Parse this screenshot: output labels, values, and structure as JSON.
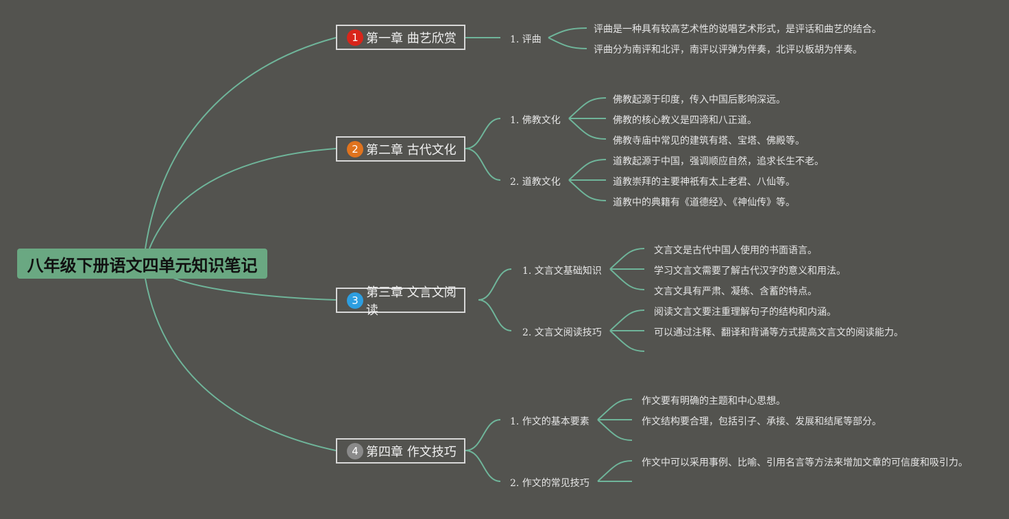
{
  "title": "八年级下册语文四单元知识笔记",
  "colors": {
    "background": "#53534f",
    "root": "#6aa882",
    "line": "#6fb59a",
    "ch1": "#d9251a",
    "ch2": "#e0731e",
    "ch3": "#2d9ee0",
    "ch4": "#8a8a8a"
  },
  "chapters": [
    {
      "num": "1",
      "label": "第一章 曲艺欣赏",
      "subs": [
        {
          "label": "1. 评曲",
          "leaves": [
            "评曲是一种具有较高艺术性的说唱艺术形式，是评话和曲艺的结合。",
            "评曲分为南评和北评，南评以评弹为伴奏，北评以板胡为伴奏。"
          ]
        }
      ]
    },
    {
      "num": "2",
      "label": "第二章 古代文化",
      "subs": [
        {
          "label": "1. 佛教文化",
          "leaves": [
            "佛教起源于印度，传入中国后影响深远。",
            "佛教的核心教义是四谛和八正道。",
            "佛教寺庙中常见的建筑有塔、宝塔、佛殿等。"
          ]
        },
        {
          "label": "2. 道教文化",
          "leaves": [
            "道教起源于中国，强调顺应自然，追求长生不老。",
            "道教崇拜的主要神祇有太上老君、八仙等。",
            "道教中的典籍有《道德经》、《神仙传》等。"
          ]
        }
      ]
    },
    {
      "num": "3",
      "label": "第三章 文言文阅读",
      "subs": [
        {
          "label": "1. 文言文基础知识",
          "leaves": [
            "文言文是古代中国人使用的书面语言。",
            "学习文言文需要了解古代汉字的意义和用法。",
            "文言文具有严肃、凝练、含蓄的特点。"
          ]
        },
        {
          "label": "2. 文言文阅读技巧",
          "leaves": [
            "阅读文言文要注重理解句子的结构和内涵。",
            "可以通过注释、翻译和背诵等方式提高文言文的阅读能力。"
          ]
        }
      ]
    },
    {
      "num": "4",
      "label": "第四章 作文技巧",
      "subs": [
        {
          "label": "1. 作文的基本要素",
          "leaves": [
            "作文要有明确的主题和中心思想。",
            "作文结构要合理，包括引子、承接、发展和结尾等部分。"
          ]
        },
        {
          "label": "2. 作文的常见技巧",
          "leaves": [
            "作文中可以采用事例、比喻、引用名言等方法来增加文章的可信度和吸引力。"
          ]
        }
      ]
    }
  ]
}
